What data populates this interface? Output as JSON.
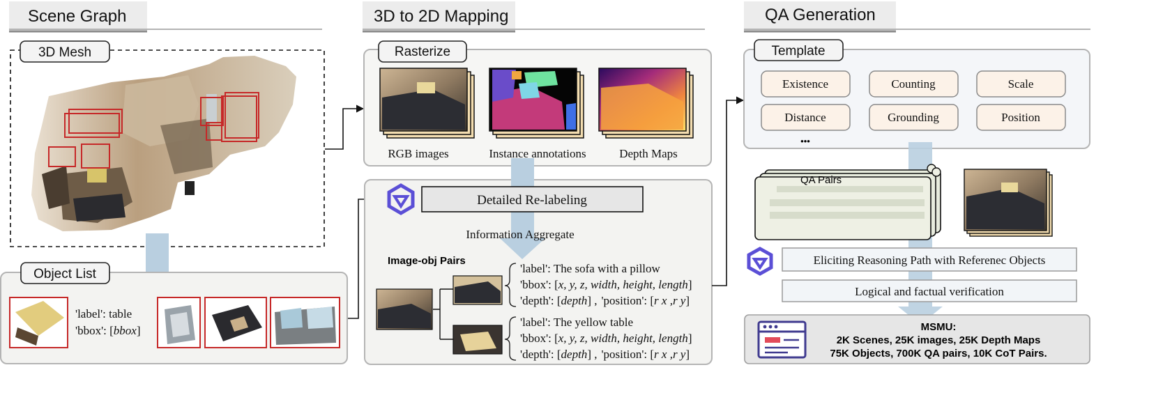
{
  "sections": {
    "scene_graph": "Scene Graph",
    "mapping": "3D to 2D Mapping",
    "qa": "QA Generation"
  },
  "scene": {
    "mesh_label": "3D Mesh",
    "object_list_label": "Object List",
    "label_line": "'label': table",
    "bbox_prefix": "'bbox': [",
    "bbox_var": "bbox",
    "bbox_suffix": "]"
  },
  "mapping": {
    "rasterize_label": "Rasterize",
    "rgb_caption": "RGB images",
    "instance_caption": "Instance annotations",
    "depth_caption": "Depth Maps",
    "relabel_label": "Detailed Re-labeling",
    "aggregate_label": "Information Aggregate",
    "pairs_label": "Image-obj Pairs",
    "pair1": {
      "label": "'label': The sofa with a pillow",
      "bbox_prefix": "'bbox': [",
      "bbox_vars": "x, y, z, width, height, length",
      "bbox_suffix": "]",
      "depth_prefix": "'depth': [",
      "depth_var": "depth",
      "depth_suffix": "] ,",
      "position_prefix": "'position': [",
      "position_var": "r x ,r y",
      "position_suffix": "]"
    },
    "pair2": {
      "label": "'label': The yellow table",
      "bbox_prefix": "'bbox': [",
      "bbox_vars": "x, y, z, width, height, length",
      "bbox_suffix": "]",
      "depth_prefix": "'depth': [",
      "depth_var": "depth",
      "depth_suffix": "] ,",
      "position_prefix": "'position': [",
      "position_var": "r x ,r y",
      "position_suffix": "]"
    }
  },
  "qa": {
    "template_label": "Template",
    "templates": [
      "Existence",
      "Counting",
      "Scale",
      "Distance",
      "Grounding",
      "Position"
    ],
    "ellipsis": "•••",
    "qa_pairs_label": "QA Pairs",
    "reasoning_label": "Eliciting Reasoning Path with Referenec Objects",
    "verification_label": "Logical and factual verification",
    "msmu_title": "MSMU:",
    "msmu_line1": "2K Scenes, 25K images, 25K Depth Maps",
    "msmu_line2": "75K Objects, 700K QA pairs, 10K CoT Pairs."
  },
  "colors": {
    "panel_border": "#b4b4b4",
    "panel_fill": "#f3f3f1",
    "template_chip_fill": "#fcf2e8",
    "flow_arrow": "#b9cfe0",
    "bbox_red": "#c62828",
    "llm_logo": "#5b4fd6",
    "msmu_icon": "#3f3a8f"
  }
}
